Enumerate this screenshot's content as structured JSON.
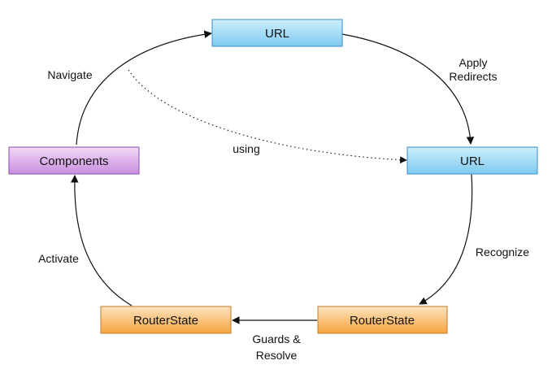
{
  "nodes": {
    "url_top": {
      "label": "URL",
      "kind": "blue"
    },
    "url_right": {
      "label": "URL",
      "kind": "blue"
    },
    "routerstate_right": {
      "label": "RouterState",
      "kind": "orange"
    },
    "routerstate_left": {
      "label": "RouterState",
      "kind": "orange"
    },
    "components": {
      "label": "Components",
      "kind": "purple"
    }
  },
  "edges": {
    "apply_redirects": {
      "line1": "Apply",
      "line2": "Redirects"
    },
    "recognize": {
      "label": "Recognize"
    },
    "guards_resolve": {
      "line1": "Guards &",
      "line2": "Resolve"
    },
    "activate": {
      "label": "Activate"
    },
    "navigate": {
      "label": "Navigate"
    },
    "using": {
      "label": "using"
    }
  },
  "colors": {
    "blue_top": "#cdeefd",
    "blue_bottom": "#7fcaf0",
    "blue_stroke": "#3a8fc4",
    "orange_top": "#fde3bf",
    "orange_bottom": "#f6a53e",
    "orange_stroke": "#c0792a",
    "purple_top": "#f1d9f7",
    "purple_bottom": "#c98ee0",
    "purple_stroke": "#8a4ea5",
    "line": "#111111"
  }
}
